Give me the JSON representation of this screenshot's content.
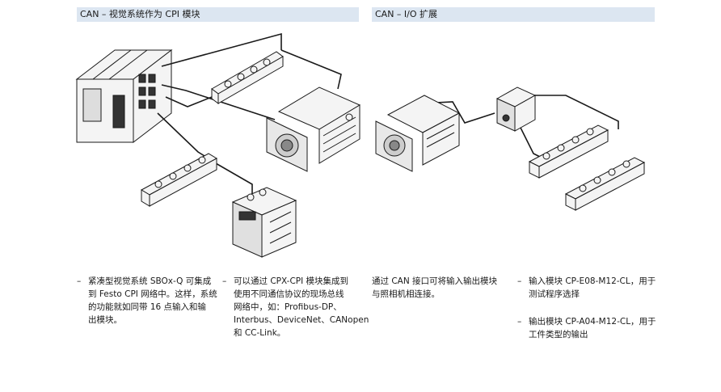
{
  "headers": {
    "left": "CAN – 视觉系统作为 CPI 模块",
    "right": "CAN – I/O 扩展"
  },
  "text": {
    "col1": {
      "bullet": "–",
      "lines": [
        "紧凑型视觉系统 SBOx-Q 可集成",
        "到 Festo CPI 网络中。这样，系统",
        "的功能就如同带 16 点输入和输",
        "出模块。"
      ]
    },
    "col2": {
      "bullet": "–",
      "lines": [
        "可以通过 CPX-CPI 模块集成到",
        "使用不同通信协议的现场总线",
        "网络中，如：Profibus-DP、",
        "Interbus、DeviceNet、CANopen",
        "和 CC-Link。"
      ]
    },
    "col3": {
      "lines": [
        "通过 CAN 接口可将输入输出模块",
        "与照相机相连接。"
      ]
    },
    "col4a": {
      "bullet": "–",
      "lines": [
        "输入模块 CP-E08-M12-CL，用于",
        "测试程序选择"
      ]
    },
    "col4b": {
      "bullet": "–",
      "lines": [
        "输出模块 CP-A04-M12-CL，用于",
        "工件类型的输出"
      ]
    }
  },
  "colors": {
    "header_bg": "#dce6f1",
    "line": "#1a1a1a"
  }
}
